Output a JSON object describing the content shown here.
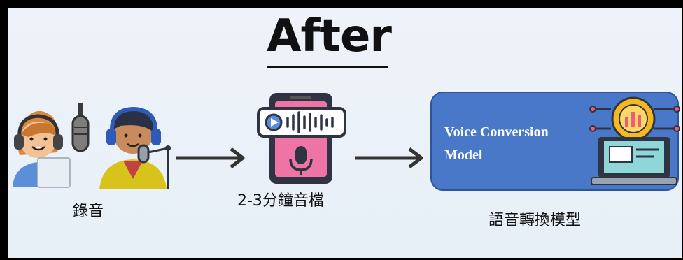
{
  "title": "After",
  "steps": [
    {
      "label": "錄音"
    },
    {
      "label": "2-3分鐘音檔"
    },
    {
      "label": "語音轉換模型"
    }
  ],
  "model_box": {
    "text_line1": "Voice Conversion",
    "text_line2": "Model",
    "color": "#4a78c8"
  },
  "icons": [
    "female-podcaster-icon",
    "male-singer-icon",
    "studio-mic-icon",
    "phone-audio-icon",
    "ai-gear-laptop-icon"
  ]
}
